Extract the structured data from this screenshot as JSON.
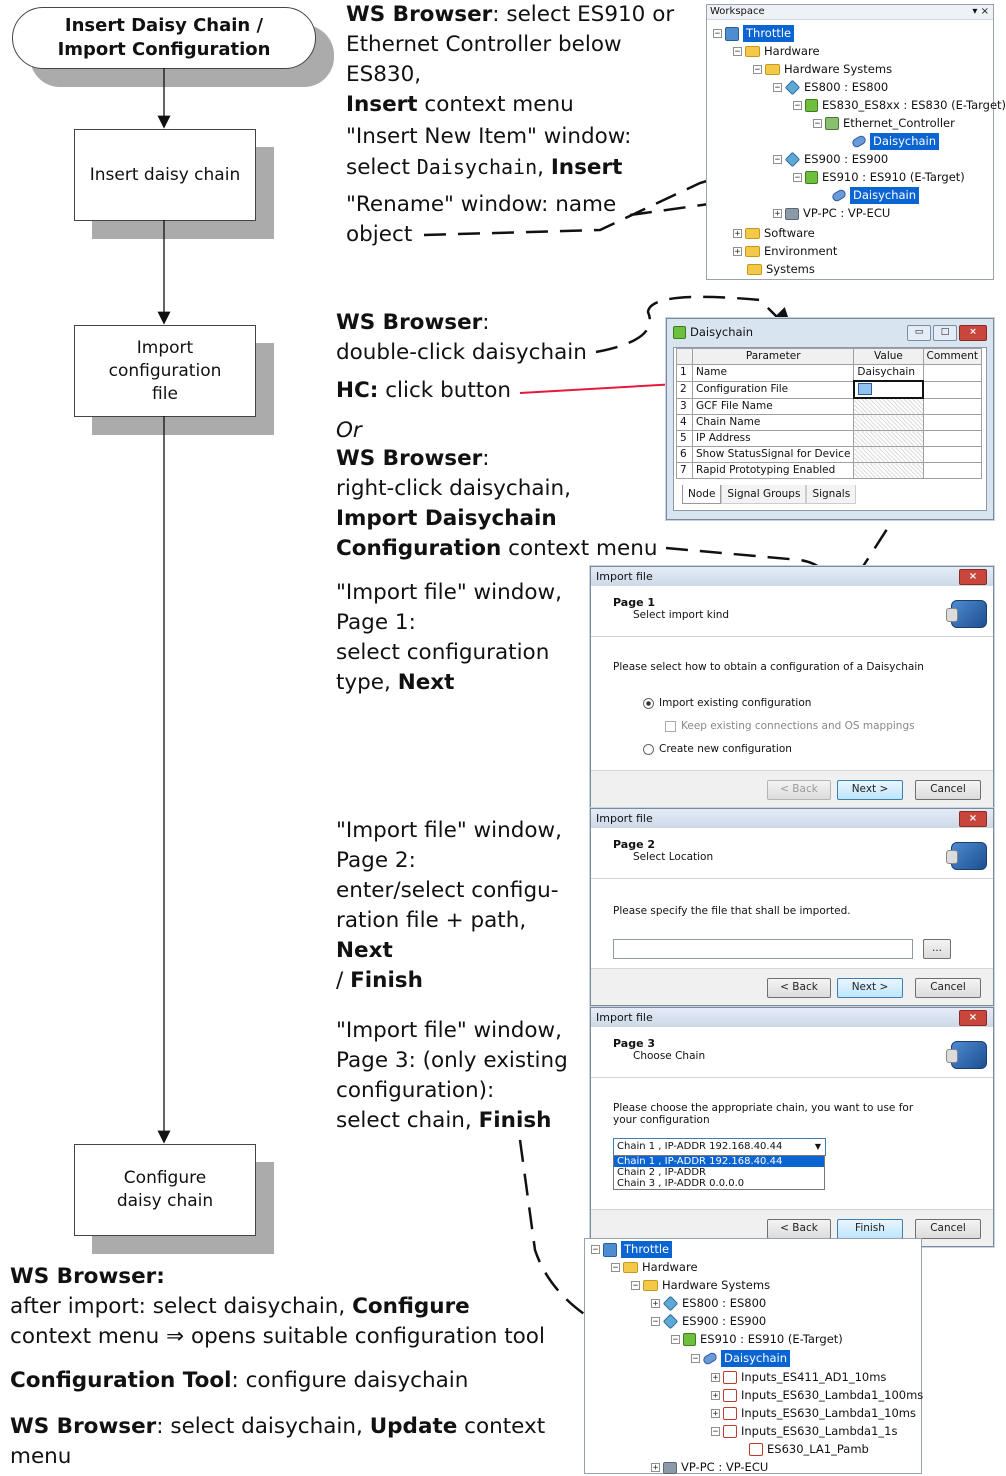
{
  "flow": {
    "start": "Insert Daisy Chain / Import Configuration",
    "step1": "Insert daisy chain",
    "step2": "Import configuration file",
    "step3": "Configure daisy chain"
  },
  "annotations": {
    "a1_b1": "WS Browser",
    "a1_t1": ": select ES910 or",
    "a1_t2": "Ethernet Controller below",
    "a1_t3": "ES830,",
    "a1_b2": "Insert",
    "a1_t4": " context menu",
    "a2_t1": "\"Insert New Item\" window:",
    "a2_t2": "select ",
    "a2_mono": "Daisychain",
    "a2_b": "Insert",
    "a3_t1": "\"Rename\" window: name",
    "a3_t2": "object",
    "b1_b": "WS Browser",
    "b1_t1": "double-click daisychain",
    "b2_b": "HC:",
    "b2_t": " click button",
    "b3_or": "Or",
    "b4_b": "WS Browser",
    "b4_t1": "right-click daisychain,",
    "b4_b2": "Import Daisychain",
    "b4_b3": "Configuration",
    "b4_t2": " context menu",
    "c1_t1": "\"Import file\" window,",
    "c1_t2": "Page 1:",
    "c1_t3": "select configuration",
    "c1_t4": "type, ",
    "c1_b": "Next",
    "c2_t1": "\"Import file\" window,",
    "c2_t2": "Page 2:",
    "c2_t3": "enter/select configu-",
    "c2_t4": "ration file + path, ",
    "c2_b1": "Next",
    "c2_t5": "/ ",
    "c2_b2": "Finish",
    "c3_t1": "\"Import file\" window,",
    "c3_t2": "Page 3: (only existing",
    "c3_t3": "configuration):",
    "c3_t4": "select chain, ",
    "c3_b": "Finish",
    "d1_b": "WS Browser:",
    "d1_t1": "after import: select daisychain, ",
    "d1_b2": "Configure",
    "d1_t2": "context menu ⇒ opens suitable configuration tool",
    "d2_b": "Configuration Tool",
    "d2_t": ": configure daisychain",
    "d3_b": "WS Browser",
    "d3_t1": ": select daisychain, ",
    "d3_b2": "Update",
    "d3_t2": " context",
    "d3_t3": "menu"
  },
  "workspace_tree": {
    "title": "Workspace",
    "pin": "▾ ×",
    "items": [
      "Throttle",
      "Hardware",
      "Hardware Systems",
      "ES800 : ES800",
      "ES830_ES8xx : ES830 (E-Target)",
      "Ethernet_Controller",
      "Daisychain",
      "ES900 : ES900",
      "ES910 : ES910 (E-Target)",
      "Daisychain",
      "VP-PC : VP-ECU",
      "Software",
      "Environment",
      "Systems"
    ]
  },
  "daisychain_window": {
    "title": "Daisychain",
    "headers": [
      "",
      "Parameter",
      "Value",
      "Comment"
    ],
    "rows": [
      [
        "1",
        "Name",
        "Daisychain"
      ],
      [
        "2",
        "Configuration File",
        ""
      ],
      [
        "3",
        "GCF File Name",
        ""
      ],
      [
        "4",
        "Chain Name",
        ""
      ],
      [
        "5",
        "IP Address",
        ""
      ],
      [
        "6",
        "Show StatusSignal for Device",
        ""
      ],
      [
        "7",
        "Rapid Prototyping Enabled",
        ""
      ]
    ],
    "tabs": [
      "Node",
      "Signal Groups",
      "Signals"
    ]
  },
  "import1": {
    "title": "Import file",
    "page": "Page 1",
    "sub": "Select import kind",
    "prompt": "Please select how to obtain a configuration of a Daisychain",
    "opt1": "Import existing configuration",
    "opt1a": "Keep existing connections and OS mappings",
    "opt2": "Create new configuration",
    "back": "< Back",
    "next": "Next >",
    "cancel": "Cancel"
  },
  "import2": {
    "title": "Import file",
    "page": "Page 2",
    "sub": "Select Location",
    "prompt": "Please specify the file that shall be imported.",
    "browse": "...",
    "back": "< Back",
    "next": "Next >",
    "cancel": "Cancel"
  },
  "import3": {
    "title": "Import file",
    "page": "Page 3",
    "sub": "Choose Chain",
    "prompt1": "Please choose the appropriate chain, you want to use for",
    "prompt2": "your configuration",
    "selected": "Chain 1 ,  IP-ADDR 192.168.40.44",
    "options": [
      "Chain 1 ,  IP-ADDR 192.168.40.44",
      "Chain 2 ,  IP-ADDR",
      "Chain 3 ,  IP-ADDR 0.0.0.0"
    ],
    "back": "< Back",
    "finish": "Finish",
    "cancel": "Cancel"
  },
  "result_tree": {
    "items": [
      "Throttle",
      "Hardware",
      "Hardware Systems",
      "ES800 : ES800",
      "ES900 : ES900",
      "ES910 : ES910 (E-Target)",
      "Daisychain",
      "Inputs_ES411_AD1_10ms",
      "Inputs_ES630_Lambda1_100ms",
      "Inputs_ES630_Lambda1_10ms",
      "Inputs_ES630_Lambda1_1s",
      "ES630_LA1_Pamb",
      "VP-PC : VP-ECU"
    ]
  },
  "colors": {
    "accent_arrow": "#e6193c",
    "selection": "#0a64d2",
    "shadow": "#ababab"
  }
}
